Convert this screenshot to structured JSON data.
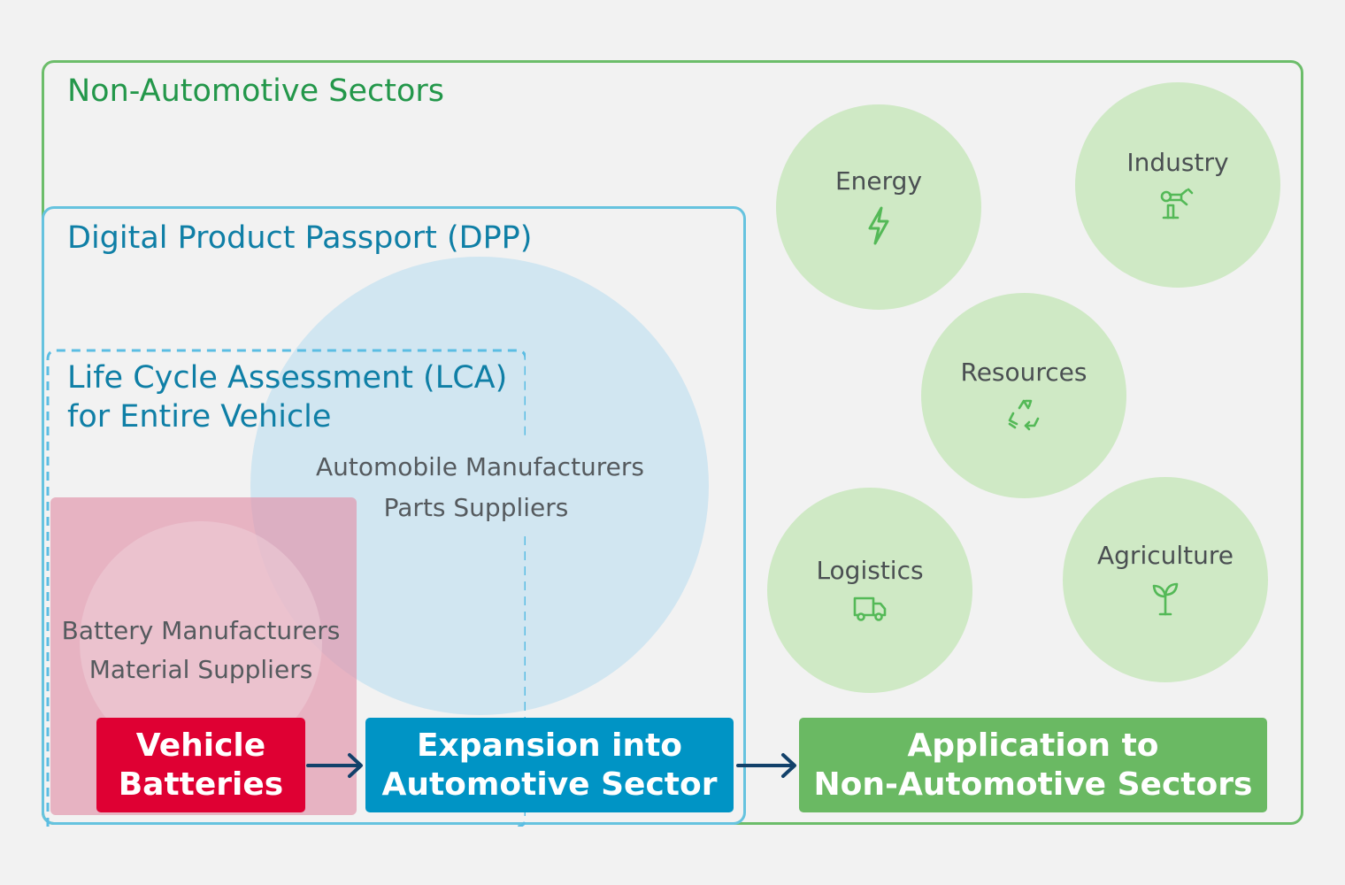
{
  "sections": {
    "non_automotive_title": "Non-Automotive Sectors",
    "dpp_title": "Digital Product Passport (DPP)",
    "lca_title_line1": "Life Cycle Assessment (LCA)",
    "lca_title_line2": "for Entire Vehicle"
  },
  "groups": {
    "automobile": [
      "Automobile Manufacturers",
      "Parts Suppliers"
    ],
    "battery": [
      "Battery Manufacturers",
      "Material Suppliers"
    ]
  },
  "sectors": [
    {
      "label": "Energy",
      "icon": "lightning-icon"
    },
    {
      "label": "Industry",
      "icon": "robot-arm-icon"
    },
    {
      "label": "Resources",
      "icon": "recycle-icon"
    },
    {
      "label": "Logistics",
      "icon": "truck-icon"
    },
    {
      "label": "Agriculture",
      "icon": "sprout-icon"
    }
  ],
  "flow": {
    "step1": [
      "Vehicle",
      "Batteries"
    ],
    "step2": [
      "Expansion into",
      "Automotive Sector"
    ],
    "step3": [
      "Application to",
      "Non-Automotive Sectors"
    ]
  },
  "colors": {
    "green": "#6cbd6a",
    "blue": "#66c3df",
    "red": "#df0033",
    "dark_blue_button": "#0094c5",
    "green_button": "#6ab963",
    "arrow": "#12416a"
  }
}
